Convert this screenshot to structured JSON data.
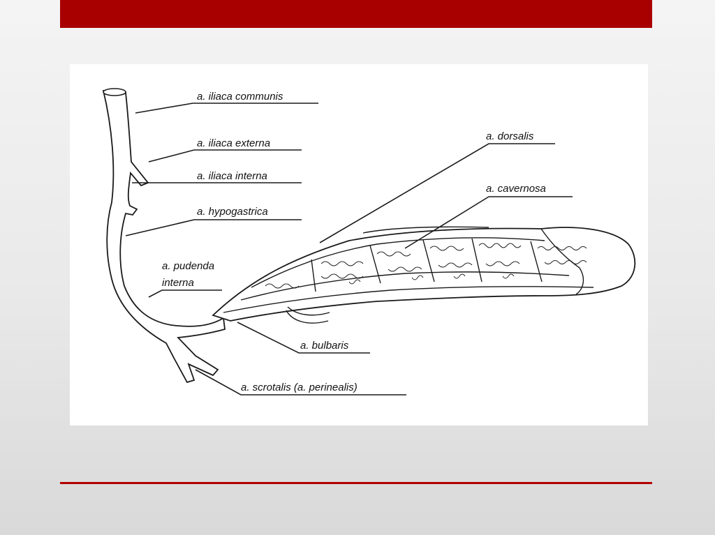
{
  "slide": {
    "accent_color": "#a80000",
    "figure": {
      "labels": {
        "iliaca_communis": "a. iliaca communis",
        "iliaca_externa": "a. iliaca externa",
        "iliaca_interna": "a. iliaca interna",
        "hypogastrica": "a. hypogastrica",
        "pudenda_line1": "a. pudenda",
        "pudenda_line2": "interna",
        "dorsalis": "a. dorsalis",
        "cavernosa": "a. cavernosa",
        "bulbaris": "a. bulbaris",
        "scrotalis": "a. scrotalis (a. perinealis)"
      }
    }
  }
}
